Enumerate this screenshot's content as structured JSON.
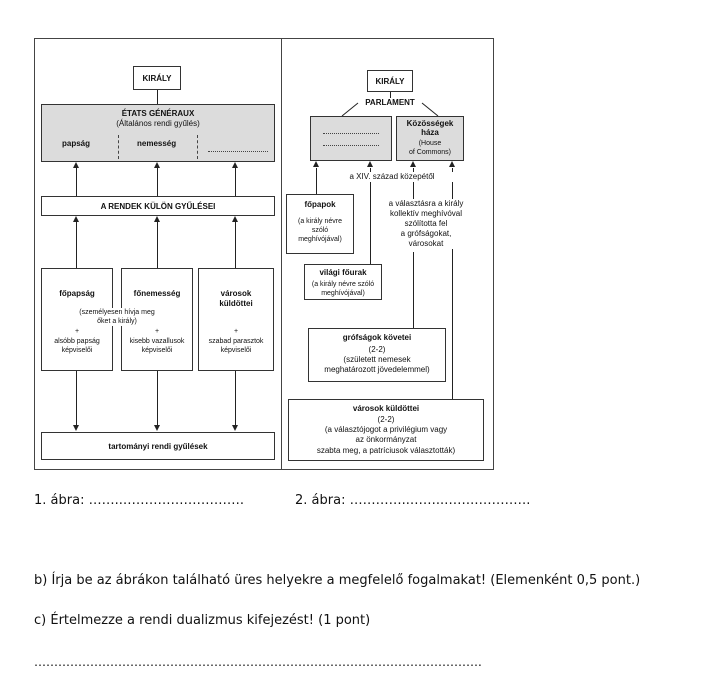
{
  "fig1": {
    "kiraly": "KIRÁLY",
    "etats_title": "ÉTATS GÉNÉRAUX",
    "etats_sub": "(Általános rendi gyűlés)",
    "papsag": "papság",
    "nemesseg": "nemesség",
    "rendek": "A RENDEK KÜLÖN GYŰLÉSEI",
    "fopapsag": "főpapság",
    "fonemesseg": "főnemesség",
    "varosok_l1": "városok",
    "varosok_l2": "küldöttei",
    "szemelyesen_l1": "(személyesen hívja meg",
    "szemelyesen_l2": "őket a király)",
    "plus": "+",
    "also_l1": "alsóbb papság",
    "also_l2": "képviselői",
    "kisebb_l1": "kisebb vazallusok",
    "kisebb_l2": "képviselői",
    "szabad_l1": "szabad parasztok",
    "szabad_l2": "képviselői",
    "tartomanyi": "tartományi rendi gyűlések"
  },
  "fig2": {
    "kiraly": "KIRÁLY",
    "parlament": "PARLAMENT",
    "kozossegek_l1": "Közösségek",
    "kozossegek_l2": "háza",
    "house_l1": "(House",
    "house_l2": "of Commons)",
    "xiv": "a XIV. század közepétől",
    "fopapok": "főpapok",
    "fopapok_s1": "(a király névre",
    "fopapok_s2": "szóló",
    "fopapok_s3": "meghívójával)",
    "valasztasra_l1": "a választásra a király",
    "valasztasra_l2": "kollektív meghívóval",
    "valasztasra_l3": "szólította fel",
    "valasztasra_l4": "a grófságokat,",
    "valasztasra_l5": "városokat",
    "vilagi": "világi főurak",
    "vilagi_s1": "(a király névre szóló",
    "vilagi_s2": "meghívójával)",
    "grofsagok": "grófságok követei",
    "grofsagok_s1": "(2-2)",
    "grofsagok_s2": "(született nemesek",
    "grofsagok_s3": "meghatározott jövedelemmel)",
    "varosok": "városok küldöttei",
    "varosok_s1": "(2-2)",
    "varosok_s2": "(a választójogot a privilégium vagy",
    "varosok_s3": "az önkormányzat",
    "varosok_s4": "szabta meg, a patríciusok választották)"
  },
  "answers": {
    "abra1": "1. ábra: ……..……………………….",
    "abra2": "2. ábra: …………..……..…….…………."
  },
  "questions": {
    "b": "b) Írja be az ábrákon található üres helyekre a megfelelő fogalmakat!  (Elemenként 0,5 pont.)",
    "c": "c) Értelmezze a rendi dualizmus kifejezést! (1 pont)",
    "line": "…………………………………………………………………………………………………."
  }
}
